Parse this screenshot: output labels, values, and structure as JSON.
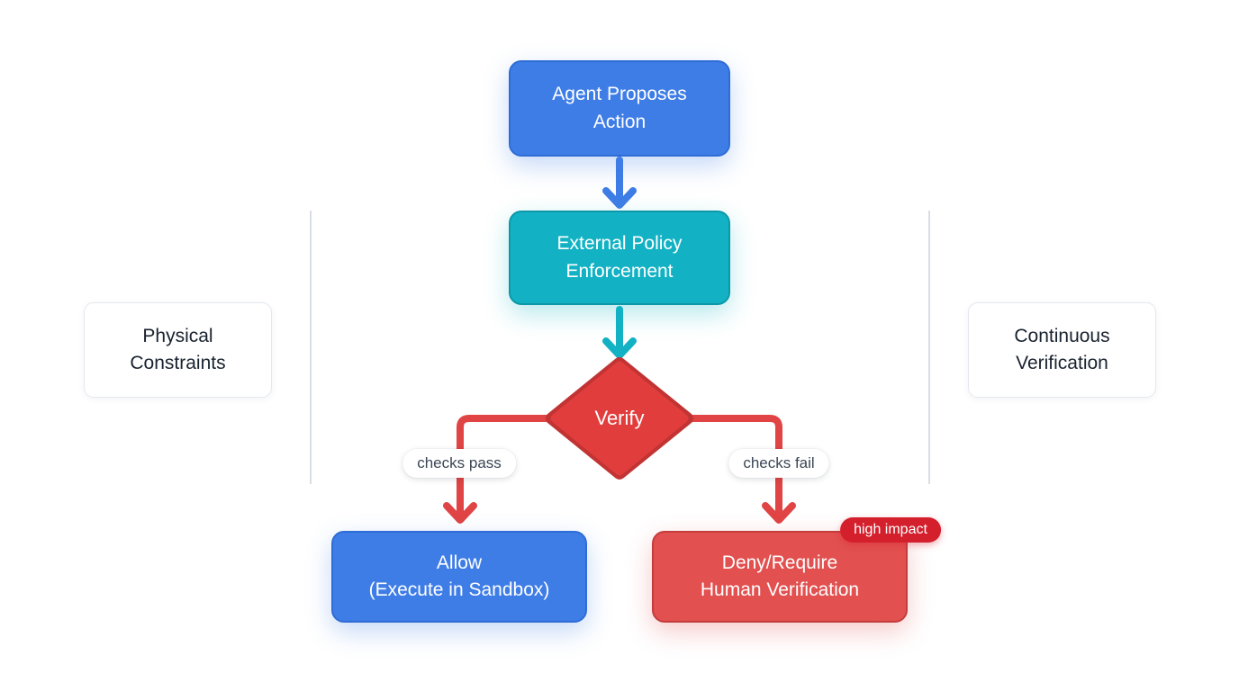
{
  "nodes": {
    "agent_proposes": {
      "line1": "Agent Proposes",
      "line2": "Action"
    },
    "policy_enforcement": {
      "line1": "External Policy",
      "line2": "Enforcement"
    },
    "verify": {
      "label": "Verify"
    },
    "allow": {
      "line1": "Allow",
      "line2": "(Execute in Sandbox)"
    },
    "deny": {
      "line1": "Deny/Require",
      "line2": "Human Verification"
    },
    "physical_constraints": {
      "line1": "Physical",
      "line2": "Constraints"
    },
    "continuous_verification": {
      "line1": "Continuous",
      "line2": "Verification"
    }
  },
  "edges": {
    "pass_label": "checks pass",
    "fail_label": "checks fail"
  },
  "badge": {
    "label": "high impact"
  },
  "colors": {
    "blue": "#3f7de6",
    "teal": "#12b2c4",
    "red_node": "#e25050",
    "red_diamond": "#e23d3d",
    "red_arrow": "#e04444",
    "badge_red": "#d41f2c",
    "divider_gray": "#d9dee4"
  }
}
